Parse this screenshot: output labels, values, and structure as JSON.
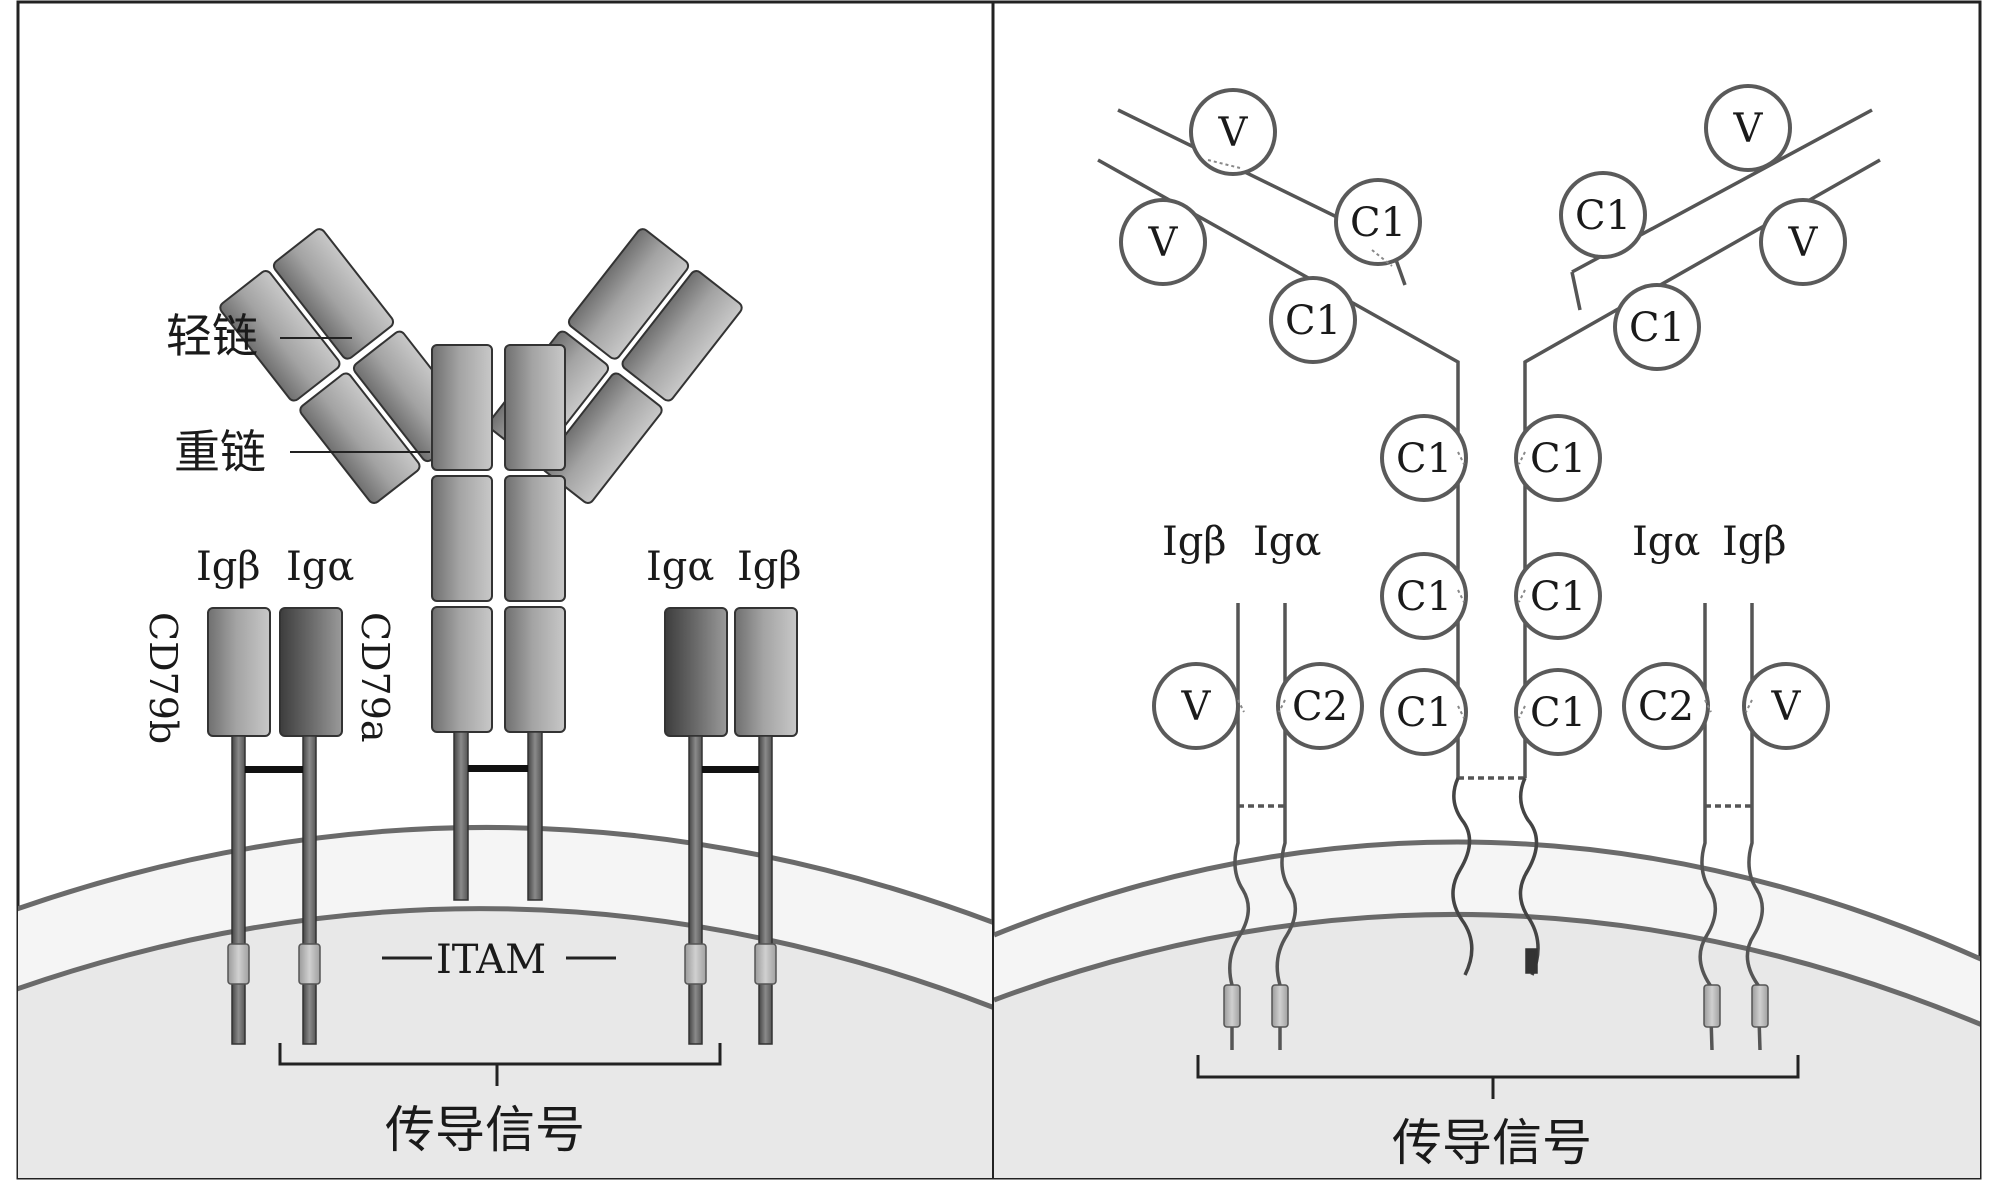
{
  "left_panel": {
    "light_chain_label": "轻链",
    "heavy_chain_label": "重链",
    "ig_beta_left": "Igβ",
    "ig_alpha_left": "Igα",
    "ig_alpha_right": "Igα",
    "ig_beta_right": "Igβ",
    "cd79b_label": "CD79b",
    "cd79a_label": "CD79a",
    "itam_label": "ITAM",
    "signal_label": "传导信号"
  },
  "right_panel": {
    "v_label": "V",
    "c1_label": "C1",
    "c2_label": "C2",
    "ig_beta_left": "Igβ",
    "ig_alpha_left": "Igα",
    "ig_alpha_right": "Igα",
    "ig_beta_right": "Igβ",
    "signal_label": "传导信号"
  }
}
